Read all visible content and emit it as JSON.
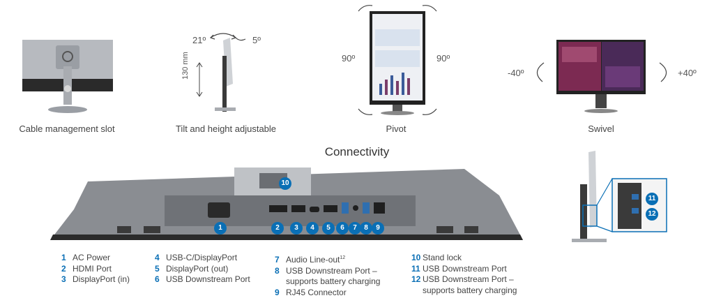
{
  "features": [
    {
      "key": "cable",
      "caption": "Cable management slot"
    },
    {
      "key": "tilt",
      "caption": "Tilt and height adjustable",
      "angle_back": "21º",
      "angle_fwd": "5º",
      "height": "130 mm"
    },
    {
      "key": "pivot",
      "caption": "Pivot",
      "angle_left": "90º",
      "angle_right": "90º"
    },
    {
      "key": "swivel",
      "caption": "Swivel",
      "angle_left": "-40º",
      "angle_right": "+40º"
    }
  ],
  "section_title": "Connectivity",
  "ports": [
    {
      "num": "1",
      "label": "AC Power"
    },
    {
      "num": "2",
      "label": "HDMI Port"
    },
    {
      "num": "3",
      "label": "DisplayPort (in)"
    },
    {
      "num": "4",
      "label": "USB-C/DisplayPort"
    },
    {
      "num": "5",
      "label": "DisplayPort (out)"
    },
    {
      "num": "6",
      "label": "USB Downstream Port"
    },
    {
      "num": "7",
      "label": "Audio Line-out",
      "sup": "12"
    },
    {
      "num": "8",
      "label": "USB Downstream Port –",
      "label2": "supports battery charging"
    },
    {
      "num": "9",
      "label": "RJ45 Connector"
    },
    {
      "num": "10",
      "label": "Stand lock"
    },
    {
      "num": "11",
      "label": "USB Downstream Port"
    },
    {
      "num": "12",
      "label": "USB Downstream Port –",
      "label2": "supports battery charging"
    }
  ],
  "colors": {
    "badge": "#0a6fb5",
    "bezel": "#2b2b2b",
    "chassis": "#8a8d92"
  }
}
